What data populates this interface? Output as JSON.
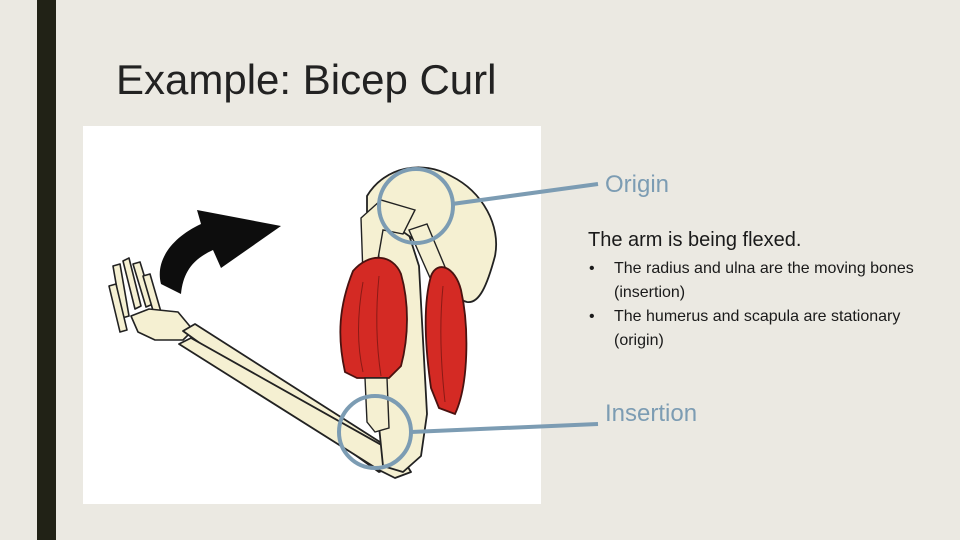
{
  "slide": {
    "title": "Example: Bicep Curl"
  },
  "labels": {
    "origin": "Origin",
    "insertion": "Insertion"
  },
  "content": {
    "statement": "The arm is being flexed.",
    "bullets": [
      "The radius and ulna are the moving bones (insertion)",
      "The humerus and scapula are stationary (origin)"
    ],
    "bullet_glyph": "•"
  },
  "colors": {
    "background": "#ebe9e2",
    "accent_bar": "#212216",
    "callout": "#7c9cb3",
    "muscle": "#d42a24",
    "bone": "#f5f0d2"
  }
}
